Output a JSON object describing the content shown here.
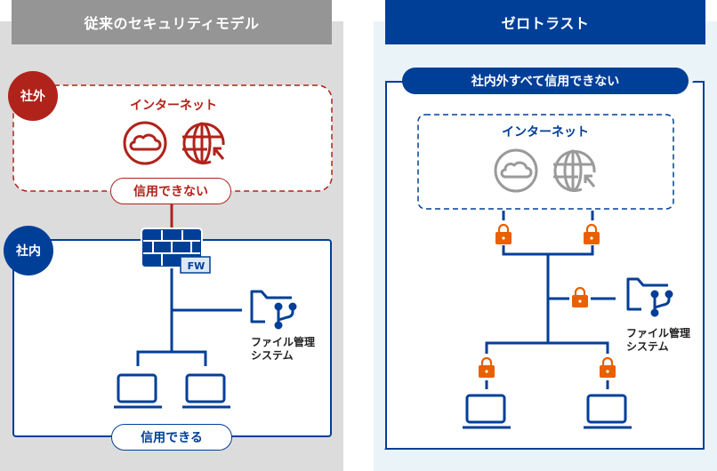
{
  "colors": {
    "red": "#b0231b",
    "blue": "#003f98",
    "orange": "#e86000",
    "gray_icon": "#9a9a9a",
    "gray_header": "#959595",
    "left_bg": "#dcdcdc",
    "right_bg": "#eaf3f8"
  },
  "left": {
    "title": "従来のセキュリティモデル",
    "outside_badge": "社外",
    "inside_badge": "社内",
    "internet_label": "インターネット",
    "internet_icons": [
      "cloud-icon",
      "globe-cursor-icon"
    ],
    "untrusted_label": "信用できない",
    "firewall_label": "FW",
    "file_system_label_line1": "ファイル管理",
    "file_system_label_line2": "システム",
    "trusted_label": "信用できる",
    "devices": [
      "laptop-icon",
      "laptop-icon"
    ]
  },
  "right": {
    "title": "ゼロトラスト",
    "all_untrusted_label": "社内外すべて信用できない",
    "internet_label": "インターネット",
    "internet_icons": [
      "cloud-icon",
      "globe-cursor-icon"
    ],
    "file_system_label_line1": "ファイル管理",
    "file_system_label_line2": "システム",
    "locks": [
      "lock-icon",
      "lock-icon",
      "lock-icon",
      "lock-icon",
      "lock-icon"
    ],
    "devices": [
      "laptop-icon",
      "laptop-icon"
    ]
  }
}
